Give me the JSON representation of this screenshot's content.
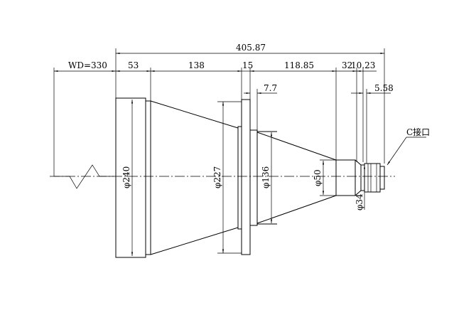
{
  "dimensions": {
    "overall": "405.87",
    "wd": "WD=330",
    "d53": "53",
    "d138": "138",
    "d15": "15",
    "d11885": "118.85",
    "d32": "32",
    "d1023": "10.23",
    "d77": "7.7",
    "d558": "5.58"
  },
  "diameters": {
    "d240": "φ240",
    "d227": "φ227",
    "d136": "φ136",
    "d50": "φ50",
    "d34": "φ34"
  },
  "callout": "C接口",
  "colors": {
    "line": "#000000",
    "background": "#ffffff"
  }
}
